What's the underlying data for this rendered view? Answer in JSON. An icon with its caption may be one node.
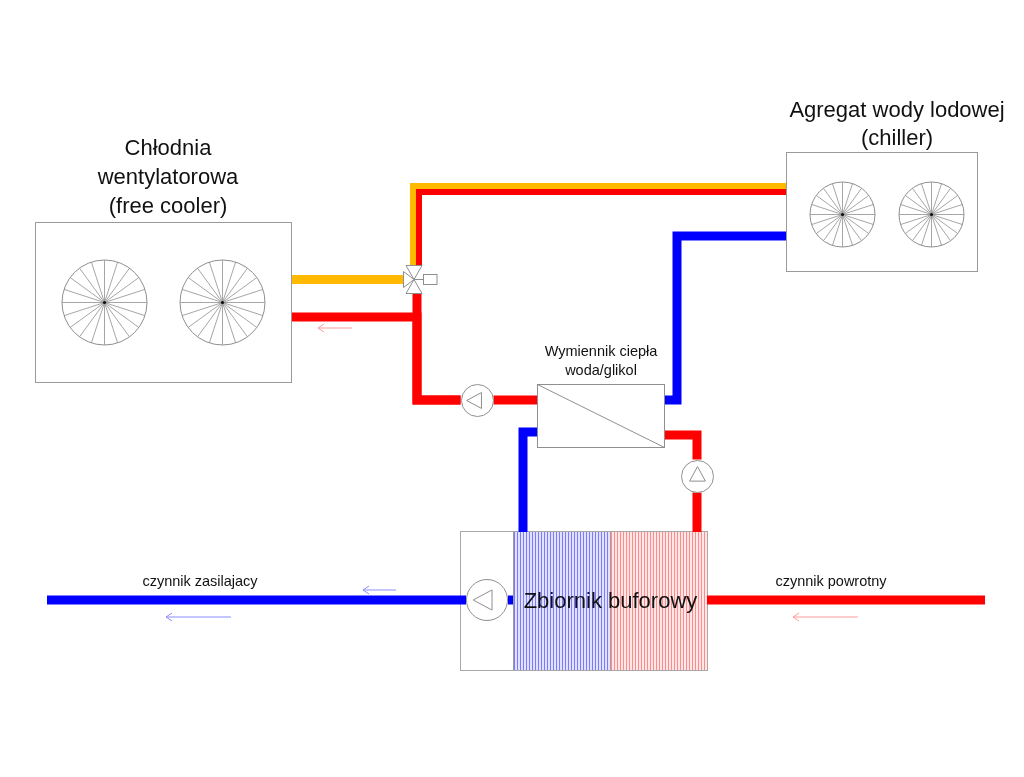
{
  "diagram": {
    "nodes": [
      {
        "text": [
          "Chłodnia wentylatorowa (free cooler)"
        ]
      },
      {
        "text": [
          "Agregat wody lodowej (chiller)"
        ]
      },
      {
        "text": [],
        "shape": "valve"
      },
      {
        "text": [
          "Wymiennik ciepła woda/glikol"
        ]
      },
      {
        "text": [],
        "shape": "circle"
      },
      {
        "text": [],
        "shape": "circle"
      },
      {
        "text": [],
        "shape": "box"
      },
      {
        "text": [],
        "shape": "circle",
        "in": 6
      },
      {
        "text": [
          "Zbiornik buforowy"
        ],
        "in": 6
      }
    ],
    "edges": [
      {
        "from": 0,
        "to": 2,
        "arrow": "none",
        "color": "#ffb900"
      },
      {
        "from": 2,
        "to": 1,
        "arrow": "none",
        "color": "#ffb900"
      },
      {
        "from": 4,
        "to": 0,
        "arrow": "none"
      },
      {
        "from": 4,
        "to": 2,
        "arrow": "none"
      },
      {
        "from": 2,
        "to": 1,
        "arrow": "none"
      },
      {
        "from": 3,
        "to": 4,
        "arrow": "none"
      },
      {
        "from": 1,
        "to": 3,
        "arrow": "none",
        "color": "#0000ff"
      },
      {
        "from": 8,
        "to": 5,
        "arrow": "none"
      },
      {
        "from": 5,
        "to": 3,
        "arrow": "none"
      },
      {
        "from": 3,
        "to": 8,
        "arrow": "none",
        "color": "#0000ff"
      },
      {
        "from": 8,
        "to": 7,
        "arrow": "none",
        "color": "#0000ff"
      },
      {
        "from": 7,
        "to": null,
        "arrow": "none",
        "label": "czynnik zasilajacy",
        "color": "#0000ff"
      },
      {
        "from": null,
        "to": 8,
        "arrow": "none",
        "label": "czynnik powrotny"
      }
    ]
  }
}
